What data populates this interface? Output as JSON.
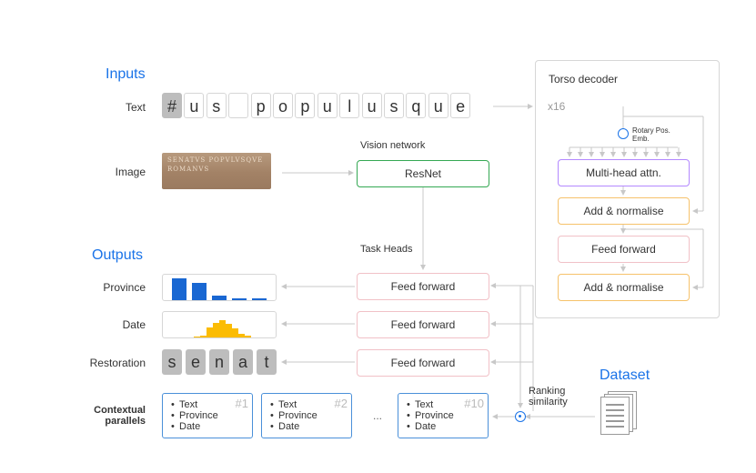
{
  "sections": {
    "inputs": "Inputs",
    "outputs": "Outputs",
    "dataset": "Dataset"
  },
  "rows": {
    "text": "Text",
    "image": "Image",
    "province": "Province",
    "date": "Date",
    "restoration": "Restoration",
    "contextual_parallels": "Contextual parallels"
  },
  "text_chars": [
    "#",
    "u",
    "s",
    "",
    "p",
    "o",
    "p",
    "u",
    "l",
    "u",
    "s",
    "q",
    "u",
    "e"
  ],
  "image_inscription": "SENATVS POPVLVSQVE ROMANVS",
  "vision": {
    "label": "Vision network",
    "resnet": "ResNet"
  },
  "task_heads": {
    "label": "Task Heads",
    "ff1": "Feed forward",
    "ff2": "Feed forward",
    "ff3": "Feed forward"
  },
  "torso": {
    "title": "Torso decoder",
    "repeat": "x16",
    "rotary": "Rotary Pos. Emb.",
    "mha": "Multi-head attn.",
    "add_norm_1": "Add & normalise",
    "ff": "Feed forward",
    "add_norm_2": "Add & normalise"
  },
  "province_bars": [
    1.0,
    0.78,
    0.22,
    0.08,
    0.06
  ],
  "date_bars": [
    0.04,
    0.1,
    0.5,
    0.75,
    0.85,
    0.7,
    0.45,
    0.2,
    0.08
  ],
  "restoration_chars": [
    "s",
    "e",
    "n",
    "a",
    "t"
  ],
  "ranking": "Ranking similarity",
  "cards": [
    {
      "items": [
        "Text",
        "Province",
        "Date"
      ],
      "num": "#1"
    },
    {
      "items": [
        "Text",
        "Province",
        "Date"
      ],
      "num": "#2"
    },
    {
      "items": [
        "Text",
        "Province",
        "Date"
      ],
      "num": "#10"
    }
  ],
  "ellipsis": "...",
  "colors": {
    "accent": "#1a73e8",
    "province_bar": "#1967d2",
    "date_bar": "#fbbc04"
  }
}
